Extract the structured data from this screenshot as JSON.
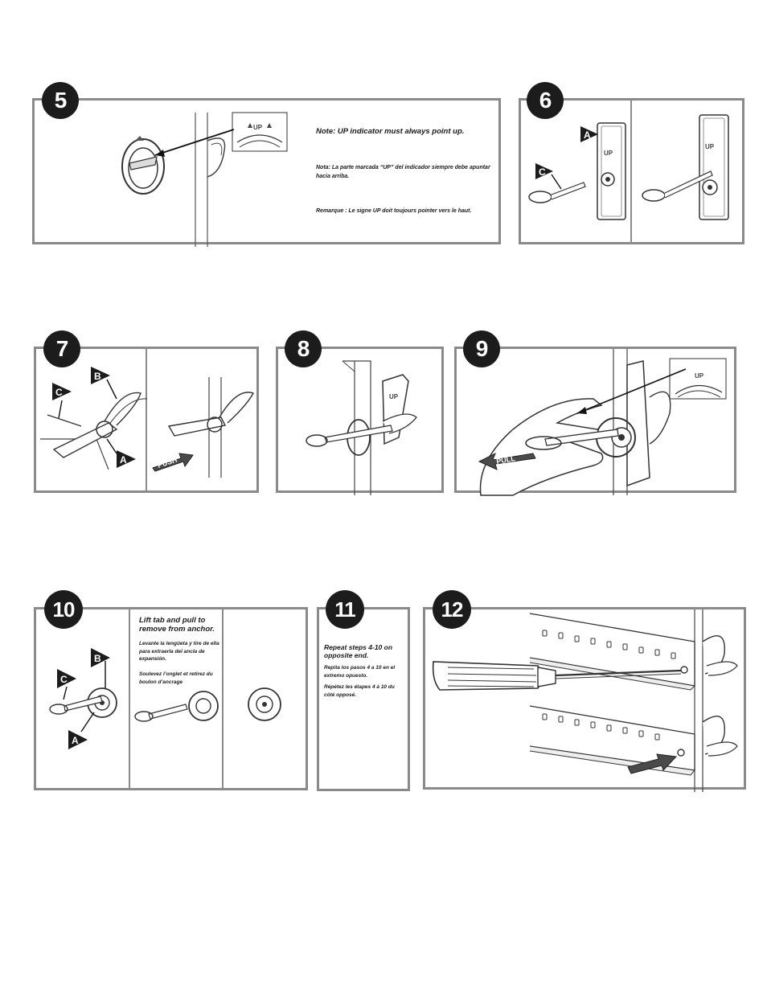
{
  "steps": {
    "s5": {
      "number": "5",
      "note_en": "Note: UP indicator must always point up.",
      "note_es": "Nota: La parte marcada “UP” del indicador siempre debe apuntar hacia arriba.",
      "note_fr": "Remarque : Le signe UP doit toujours pointer vers le haut.",
      "indicator_label": "UP"
    },
    "s6": {
      "number": "6",
      "label_a": "A",
      "label_c": "C",
      "indicator_label": "UP"
    },
    "s7": {
      "number": "7",
      "label_a": "A",
      "label_b": "B",
      "label_c": "C",
      "push_label": "PUSH"
    },
    "s8": {
      "number": "8",
      "indicator_label": "UP"
    },
    "s9": {
      "number": "9",
      "pull_label": "PULL",
      "indicator_label": "UP"
    },
    "s10": {
      "number": "10",
      "label_a": "A",
      "label_b": "B",
      "label_c": "C",
      "note_en": "Lift tab and pull to remove from anchor.",
      "note_es": "Levante la lengüeta y tire de ella para extraerla del ancla de expansión.",
      "note_fr": "Soulevez l’onglet et retirez du boulon d’ancrage"
    },
    "s11": {
      "number": "11",
      "note_en": "Repeat steps 4-10 on opposite end.",
      "note_es": "Repita los pasos 4 a 10 en el extremo opuesto.",
      "note_fr": "Répétez les étapes 4 à 10 du côté opposé."
    },
    "s12": {
      "number": "12"
    }
  },
  "colors": {
    "border": "#8a8a8a",
    "badge": "#1c1c1c",
    "ink": "#1a1a1a",
    "arrow_fill": "#4a4a4a"
  }
}
